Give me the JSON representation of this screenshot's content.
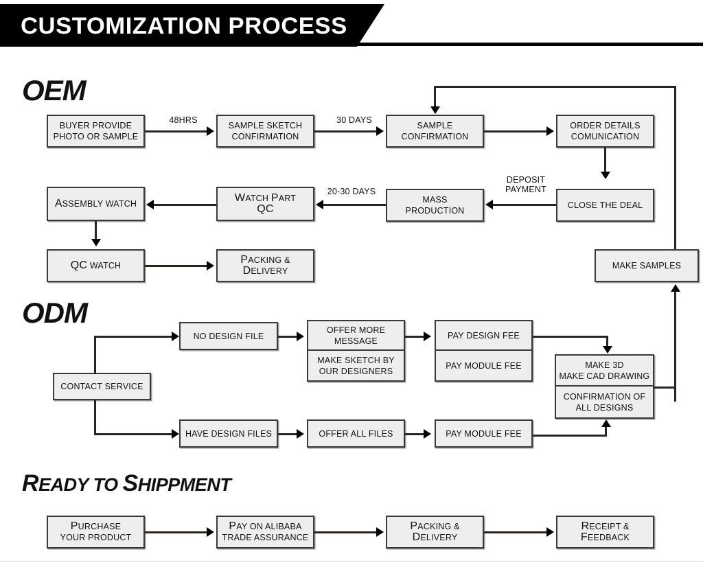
{
  "header": {
    "title": "CUSTOMIZATION PROCESS"
  },
  "sections": {
    "oem": {
      "heading": "OEM"
    },
    "odm": {
      "heading": "ODM"
    },
    "ready": {
      "heading": "Ready to Shippment",
      "heading_cap1": "R",
      "heading_rest1": "EADY",
      "heading_mid": " TO ",
      "heading_cap2": "S",
      "heading_rest2": "HIPPMENT"
    }
  },
  "oem": {
    "boxes": {
      "buyer_provide": {
        "line1": "BUYER PROVIDE",
        "line2": "PHOTO OR SAMPLE"
      },
      "sample_sketch": {
        "line1": "SAMPLE SKETCH",
        "line2": "CONFIRMATION"
      },
      "sample_confirmation": {
        "line1": "SAMPLE",
        "line2": "CONFIRMATION"
      },
      "order_details": {
        "line1": "ORDER DETAILS",
        "line2": "COMUNICATION"
      },
      "close_the_deal": {
        "line1": "CLOSE THE DEAL"
      },
      "mass_production": {
        "line1": "MASS",
        "line2": "PRODUCTION"
      },
      "watch_part_qc": {
        "cap1": "W",
        "rest1": "ATCH ",
        "cap2": "P",
        "rest2": "ART",
        "line2_cap": "QC",
        "line2_rest": ""
      },
      "assembly_watch": {
        "cap": "A",
        "rest": "SSEMBLY WATCH"
      },
      "qc_watch": {
        "cap": "QC",
        "rest": " WATCH"
      },
      "packing_delivery": {
        "cap1": "P",
        "rest1": "ACKING &",
        "cap2": "D",
        "rest2": "ELIVERY"
      },
      "make_samples": {
        "line1": "MAKE SAMPLES"
      }
    },
    "labels": {
      "l_48hrs": "48HRS",
      "l_30days": "30 DAYS",
      "l_2030days": "20-30 DAYS",
      "l_deposit": "DEPOSIT\nPAYMENT"
    }
  },
  "odm": {
    "boxes": {
      "contact_service": {
        "line1": "CONTACT SERVICE"
      },
      "no_design_file": {
        "line1": "NO DESIGN FILE"
      },
      "offer_more_message": {
        "top1": "OFFER MORE",
        "top2": "MESSAGE",
        "bot1": "MAKE SKETCH BY",
        "bot2": "OUR DESIGNERS"
      },
      "pay_fees": {
        "top1": "PAY DESIGN FEE",
        "bot1": "PAY MODULE FEE"
      },
      "make_3d": {
        "top1": "MAKE 3D",
        "top2": "MAKE CAD DRAWING",
        "bot1": "CONFIRMATION OF",
        "bot2": "ALL DESIGNS"
      },
      "have_design_files": {
        "line1": "HAVE DESIGN FILES"
      },
      "offer_all_files": {
        "line1": "OFFER ALL FILES"
      },
      "pay_module_fee": {
        "line1": "PAY MODULE FEE"
      }
    }
  },
  "ready": {
    "boxes": {
      "purchase": {
        "cap": "P",
        "rest": "URCHASE",
        "line2": "YOUR PRODUCT"
      },
      "pay_alibaba": {
        "cap": "P",
        "rest": "AY ON ALIBABA",
        "line2": "TRADE ASSURANCE"
      },
      "packing_delivery": {
        "cap1": "P",
        "rest1": "ACKING &",
        "cap2": "D",
        "rest2": "ELIVERY"
      },
      "receipt_feedback": {
        "cap1": "R",
        "rest1": "ECEIPT &",
        "cap2": "F",
        "rest2": "EEDBACK"
      }
    }
  },
  "colors": {
    "banner_bg": "#000000",
    "box_fill": "#eeeeee",
    "box_border": "#3a3a3a",
    "line": "#2b2320",
    "text": "#111111"
  }
}
